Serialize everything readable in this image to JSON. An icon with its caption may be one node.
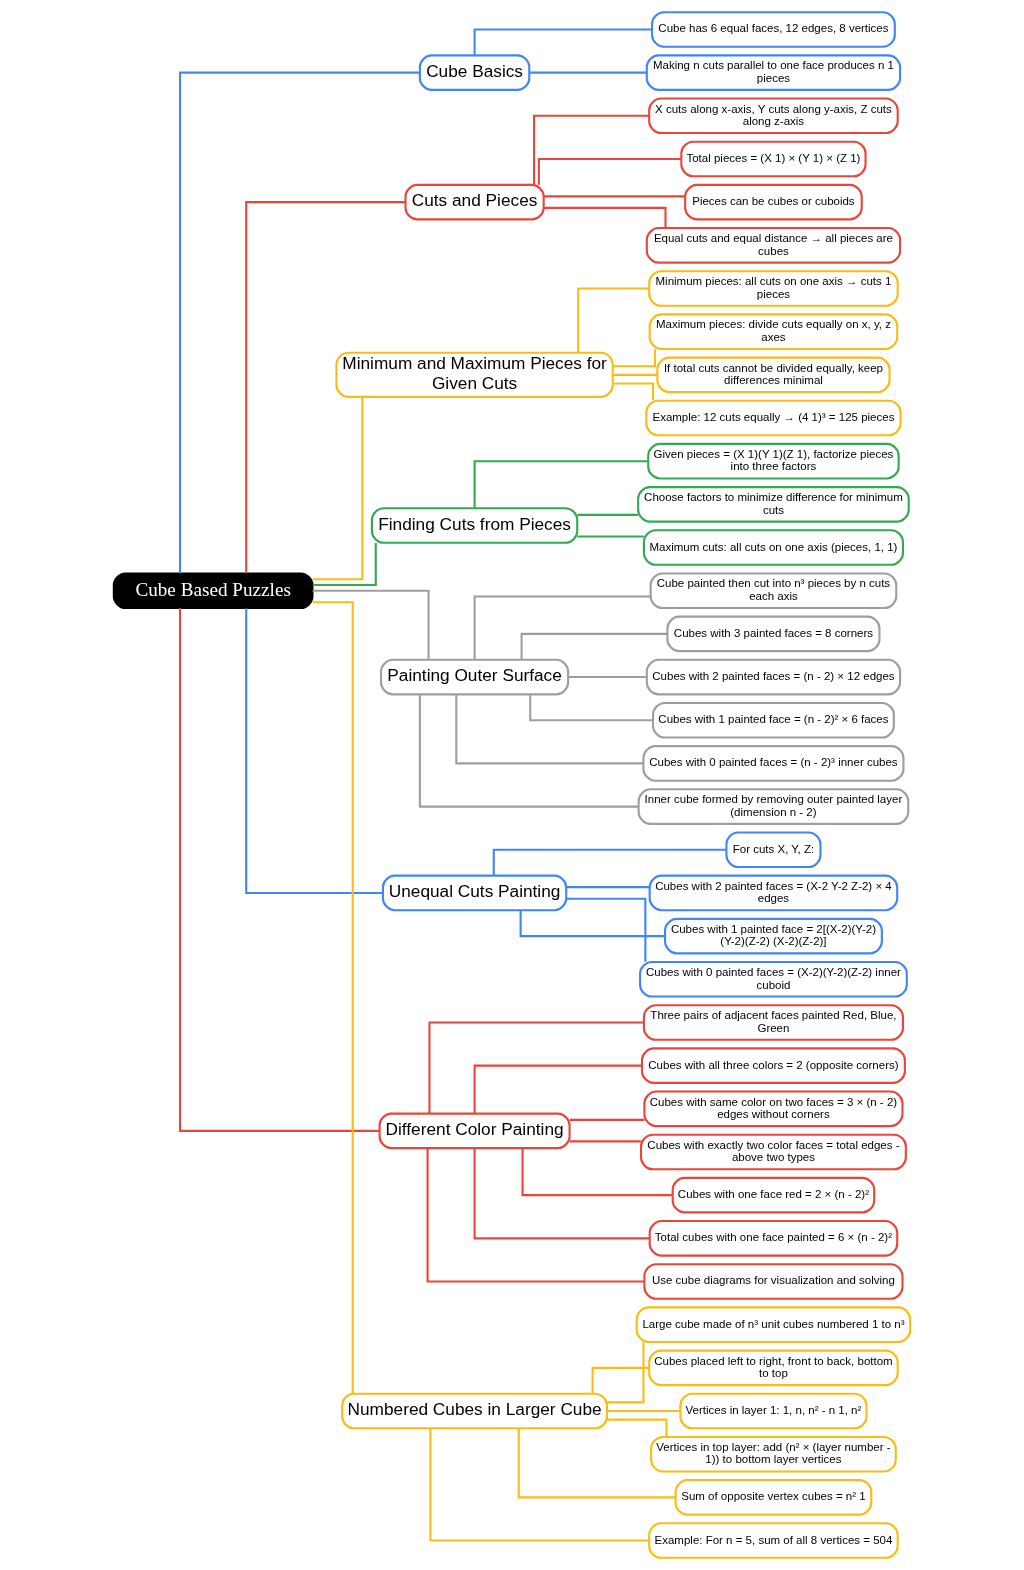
{
  "diagram": {
    "nodes": [
      {
        "text": [
          "Cube Based Puzzles"
        ]
      },
      {
        "text": [
          "Cube Basics"
        ]
      },
      {
        "text": [
          "Cube has 6 equal faces, 12 edges, 8 vertices"
        ]
      },
      {
        "text": [
          "Making n cuts parallel to one face produces n 1 pieces"
        ]
      },
      {
        "text": [
          "Cuts and Pieces"
        ]
      },
      {
        "text": [
          "X cuts along x-axis, Y cuts along y-axis, Z cuts along z-axis"
        ]
      },
      {
        "text": [
          "Total pieces = (X 1) × (Y 1) × (Z 1)"
        ]
      },
      {
        "text": [
          "Pieces can be cubes or cuboids"
        ]
      },
      {
        "text": [
          "Equal cuts and equal distance → all pieces are cubes"
        ]
      },
      {
        "text": [
          "Minimum and Maximum Pieces for Given Cuts"
        ]
      },
      {
        "text": [
          "Minimum pieces: all cuts on one axis → cuts 1 pieces"
        ]
      },
      {
        "text": [
          "Maximum pieces: divide cuts equally on x, y, z axes"
        ]
      },
      {
        "text": [
          "If total cuts cannot be divided equally, keep differences minimal"
        ]
      },
      {
        "text": [
          "Example: 12 cuts equally → (4 1)³ = 125 pieces"
        ]
      },
      {
        "text": [
          "Finding Cuts from Pieces"
        ]
      },
      {
        "text": [
          "Given pieces = (X 1)(Y 1)(Z 1), factorize pieces into three factors"
        ]
      },
      {
        "text": [
          "Choose factors to minimize difference for minimum cuts"
        ]
      },
      {
        "text": [
          "Maximum cuts: all cuts on one axis (pieces, 1, 1)"
        ]
      },
      {
        "text": [
          "Painting Outer Surface"
        ]
      },
      {
        "text": [
          "Cube painted then cut into n³ pieces by n cuts each axis"
        ]
      },
      {
        "text": [
          "Cubes with 3 painted faces = 8 corners"
        ]
      },
      {
        "text": [
          "Cubes with 2 painted faces = (n - 2) × 12 edges"
        ]
      },
      {
        "text": [
          "Cubes with 1 painted face = (n - 2)² × 6 faces"
        ]
      },
      {
        "text": [
          "Cubes with 0 painted faces = (n - 2)³ inner cubes"
        ]
      },
      {
        "text": [
          "Inner cube formed by removing outer painted layer (dimension n - 2)"
        ]
      },
      {
        "text": [
          "Unequal Cuts Painting"
        ]
      },
      {
        "text": [
          "For cuts X, Y, Z:"
        ]
      },
      {
        "text": [
          "Cubes with 2 painted faces = (X-2 Y-2 Z-2) × 4 edges"
        ]
      },
      {
        "text": [
          "Cubes with 1 painted face = 2[(X-2)(Y-2) (Y-2)(Z-2) (X-2)(Z-2)]"
        ]
      },
      {
        "text": [
          "Cubes with 0 painted faces = (X-2)(Y-2)(Z-2) inner cuboid"
        ]
      },
      {
        "text": [
          "Different Color Painting"
        ]
      },
      {
        "text": [
          "Three pairs of adjacent faces painted Red, Blue, Green"
        ]
      },
      {
        "text": [
          "Cubes with all three colors = 2 (opposite corners)"
        ]
      },
      {
        "text": [
          "Cubes with same color on two faces = 3 × (n - 2) edges without corners"
        ]
      },
      {
        "text": [
          "Cubes with exactly two color faces = total edges - above two types"
        ]
      },
      {
        "text": [
          "Cubes with one face red = 2 × (n - 2)²"
        ]
      },
      {
        "text": [
          "Total cubes with one face painted = 6 × (n - 2)²"
        ]
      },
      {
        "text": [
          "Use cube diagrams for visualization and solving"
        ]
      },
      {
        "text": [
          "Numbered Cubes in Larger Cube"
        ]
      },
      {
        "text": [
          "Large cube made of n³ unit cubes numbered 1 to n³"
        ]
      },
      {
        "text": [
          "Cubes placed left to right, front to back, bottom to top"
        ]
      },
      {
        "text": [
          "Vertices in layer 1: 1, n, n² - n 1, n²"
        ]
      },
      {
        "text": [
          "Vertices in top layer: add (n² × (layer number - 1)) to bottom layer vertices"
        ]
      },
      {
        "text": [
          "Sum of opposite vertex cubes = n² 1"
        ]
      },
      {
        "text": [
          "Example: For n = 5, sum of all 8 vertices = 504"
        ]
      }
    ],
    "edges": [
      {
        "from": 0,
        "to": 1,
        "arrow": "none",
        "color": "#4285f4"
      },
      {
        "from": 1,
        "to": 2,
        "arrow": "none",
        "color": "#4285f4"
      },
      {
        "from": 1,
        "to": 3,
        "arrow": "none",
        "color": "#4285f4"
      },
      {
        "from": 0,
        "to": 4,
        "arrow": "none"
      },
      {
        "from": 4,
        "to": 5,
        "arrow": "none"
      },
      {
        "from": 4,
        "to": 6,
        "arrow": "none"
      },
      {
        "from": 4,
        "to": 7,
        "arrow": "none"
      },
      {
        "from": 4,
        "to": 8,
        "arrow": "none"
      },
      {
        "from": 0,
        "to": 9,
        "arrow": "none",
        "color": "#f9bc15"
      },
      {
        "from": 9,
        "to": 10,
        "arrow": "none",
        "color": "#f9bc15"
      },
      {
        "from": 9,
        "to": 11,
        "arrow": "none",
        "color": "#f9bc15"
      },
      {
        "from": 9,
        "to": 12,
        "arrow": "none",
        "color": "#f9bc15"
      },
      {
        "from": 9,
        "to": 13,
        "arrow": "none",
        "color": "#f9bc15"
      },
      {
        "from": 0,
        "to": 14,
        "arrow": "none",
        "color": "#34a853"
      },
      {
        "from": 14,
        "to": 15,
        "arrow": "none",
        "color": "#34a853"
      },
      {
        "from": 14,
        "to": 16,
        "arrow": "none",
        "color": "#34a853"
      },
      {
        "from": 14,
        "to": 17,
        "arrow": "none",
        "color": "#34a853"
      },
      {
        "from": 0,
        "to": 18,
        "arrow": "none",
        "color": "#9e9e9e"
      },
      {
        "from": 18,
        "to": 19,
        "arrow": "none",
        "color": "#9e9e9e"
      },
      {
        "from": 18,
        "to": 20,
        "arrow": "none",
        "color": "#9e9e9e"
      },
      {
        "from": 18,
        "to": 21,
        "arrow": "none",
        "color": "#9e9e9e"
      },
      {
        "from": 18,
        "to": 22,
        "arrow": "none",
        "color": "#9e9e9e"
      },
      {
        "from": 18,
        "to": 23,
        "arrow": "none",
        "color": "#9e9e9e"
      },
      {
        "from": 18,
        "to": 24,
        "arrow": "none",
        "color": "#9e9e9e"
      },
      {
        "from": 0,
        "to": 25,
        "arrow": "none",
        "color": "#4285f4"
      },
      {
        "from": 25,
        "to": 26,
        "arrow": "none",
        "color": "#4285f4"
      },
      {
        "from": 25,
        "to": 27,
        "arrow": "none",
        "color": "#4285f4"
      },
      {
        "from": 25,
        "to": 28,
        "arrow": "none",
        "color": "#4285f4"
      },
      {
        "from": 25,
        "to": 29,
        "arrow": "none",
        "color": "#4285f4"
      },
      {
        "from": 0,
        "to": 30,
        "arrow": "none"
      },
      {
        "from": 30,
        "to": 31,
        "arrow": "none"
      },
      {
        "from": 30,
        "to": 32,
        "arrow": "none"
      },
      {
        "from": 30,
        "to": 33,
        "arrow": "none"
      },
      {
        "from": 30,
        "to": 34,
        "arrow": "none"
      },
      {
        "from": 30,
        "to": 35,
        "arrow": "none"
      },
      {
        "from": 30,
        "to": 36,
        "arrow": "none"
      },
      {
        "from": 30,
        "to": 37,
        "arrow": "none"
      },
      {
        "from": 0,
        "to": 38,
        "arrow": "none",
        "color": "#f9bc15"
      },
      {
        "from": 38,
        "to": 39,
        "arrow": "none",
        "color": "#f9bc15"
      },
      {
        "from": 38,
        "to": 40,
        "arrow": "none",
        "color": "#f9bc15"
      },
      {
        "from": 38,
        "to": 41,
        "arrow": "none",
        "color": "#f9bc15"
      },
      {
        "from": 38,
        "to": 42,
        "arrow": "none",
        "color": "#f9bc15"
      },
      {
        "from": 38,
        "to": 43,
        "arrow": "none",
        "color": "#f9bc15"
      },
      {
        "from": 38,
        "to": 44,
        "arrow": "none",
        "color": "#f9bc15"
      }
    ]
  }
}
